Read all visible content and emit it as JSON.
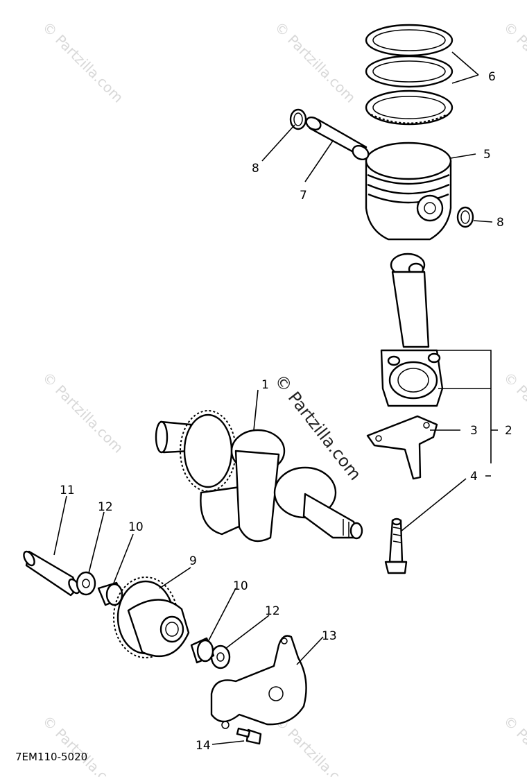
{
  "watermark": {
    "text": "© Partzilla.com"
  },
  "diagram_code": "7EM110-5020",
  "callouts": [
    {
      "key": "c1",
      "label": "1"
    },
    {
      "key": "c2",
      "label": "2"
    },
    {
      "key": "c3",
      "label": "3"
    },
    {
      "key": "c4",
      "label": "4"
    },
    {
      "key": "c5",
      "label": "5"
    },
    {
      "key": "c6",
      "label": "6"
    },
    {
      "key": "c7",
      "label": "7"
    },
    {
      "key": "c8a",
      "label": "8"
    },
    {
      "key": "c8b",
      "label": "8"
    },
    {
      "key": "c9",
      "label": "9"
    },
    {
      "key": "c10a",
      "label": "10"
    },
    {
      "key": "c10b",
      "label": "10"
    },
    {
      "key": "c11",
      "label": "11"
    },
    {
      "key": "c12a",
      "label": "12"
    },
    {
      "key": "c12b",
      "label": "12"
    },
    {
      "key": "c13",
      "label": "13"
    },
    {
      "key": "c14",
      "label": "14"
    }
  ]
}
